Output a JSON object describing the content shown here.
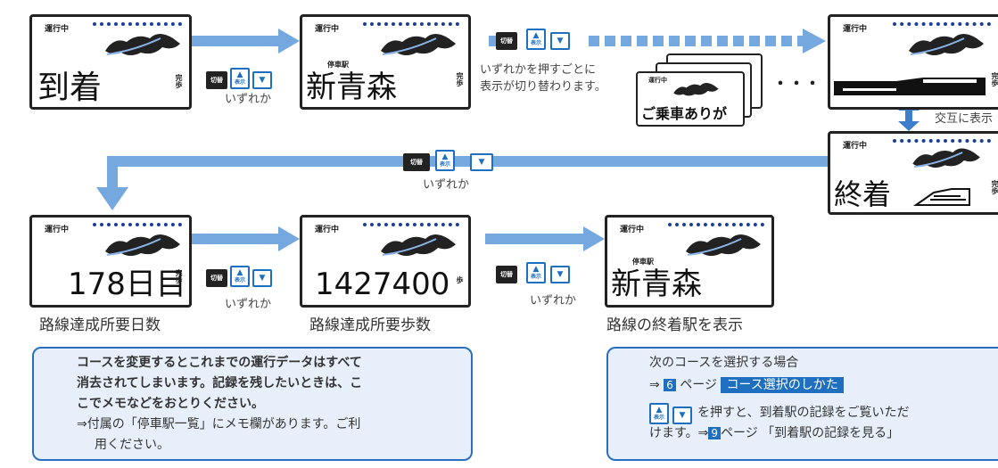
{
  "screens": {
    "arrival": {
      "status": "運行中",
      "main": "到着",
      "unit": "完歩"
    },
    "station1": {
      "status": "運行中",
      "sub": "停車駅",
      "main": "新青森",
      "unit": "完歩"
    },
    "thanks": {
      "status": "運行中",
      "main": "ご乗車ありが"
    },
    "train": {
      "status": "運行中",
      "unit": "完歩"
    },
    "terminal": {
      "status": "運行中",
      "main": "終着",
      "unit": "完歩"
    },
    "days": {
      "status": "運行中",
      "main": "178日目",
      "unit": "完歩"
    },
    "steps": {
      "status": "運行中",
      "main": "1427400",
      "unit": "歩"
    },
    "station2": {
      "status": "運行中",
      "sub": "停車駅",
      "main": "新青森"
    }
  },
  "buttons": {
    "kiri": "切替",
    "hyoji": "表示"
  },
  "captions": {
    "either": "いずれか",
    "press_each": "いずれかを押すごとに",
    "switches": "表示が切り替わります。",
    "alternate": "交互に表示"
  },
  "ellipsis": "・・・",
  "labels": {
    "days": "路線達成所要日数",
    "steps": "路線達成所要歩数",
    "terminal": "路線の終着駅を表示"
  },
  "note_left": {
    "line1": "コースを変更するとこれまでの運行データはすべて",
    "line2": "消去されてしまいます。記録を残したいときは、こ",
    "line3": "こでメモなどをおとりください。",
    "line4": "⇒付属の「停車駅一覧」にメモ欄があります。ご利",
    "line5": "用ください。"
  },
  "note_right": {
    "line1": "次のコースを選択する場合",
    "arrow": "⇒",
    "page_a": "6",
    "page_word": "ページ",
    "link_a": "コース選択のしかた",
    "line3": "を押すと、到着駅の記録をご覧いただ",
    "line4a": "けます。⇒",
    "page_b": "9",
    "line4b": "ページ 「到着駅の記録を見る」"
  },
  "colors": {
    "arrow": "#74a8df",
    "accent": "#1f6fc0",
    "dash": "#1a3e9a",
    "box_bg": "#e7f0fa"
  }
}
